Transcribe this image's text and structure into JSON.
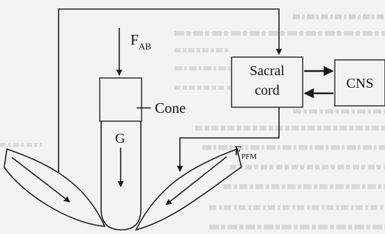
{
  "diagram": {
    "sacral_cord_line1": "Sacral",
    "sacral_cord_line2": "cord",
    "cns": "CNS",
    "cone": "Cone",
    "glans": "G",
    "f_ab": "F",
    "f_ab_sub": "AB",
    "f_pfm": "F",
    "f_pfm_sub": "PFM"
  }
}
